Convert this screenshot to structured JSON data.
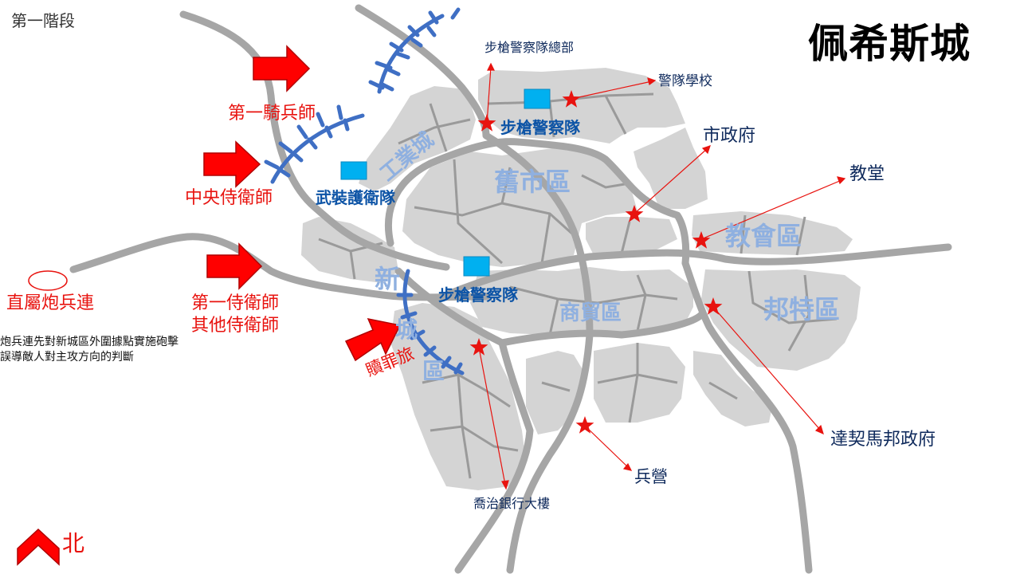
{
  "stage_label": "第一階段",
  "map_title": "佩希斯城",
  "north_label": "北",
  "attack_units": {
    "first_cavalry": "第一騎兵師",
    "central_guard": "中央侍衛師",
    "first_guard": "第一侍衛師",
    "other_guard": "其他侍衛師",
    "penal_brigade": "贖罪旅",
    "artillery": "直屬炮兵連"
  },
  "artillery_note": [
    "炮兵連先對新城區外圍據點實施砲擊",
    "誤導敵人對主攻方向的判斷"
  ],
  "districts": {
    "industrial": "工業城",
    "old_town": "舊市區",
    "church": "教會區",
    "commerce": "商貿區",
    "bangte": "邦特區",
    "new_town": [
      "新",
      "城",
      "區"
    ]
  },
  "defender_units": {
    "rifle_police_north": "步槍警察隊",
    "armed_guard": "武裝護衛隊",
    "rifle_police_center": "步槍警察隊"
  },
  "targets": {
    "rifle_police_hq": "步槍警察隊總部",
    "police_school": "警隊學校",
    "city_hall": "市政府",
    "church": "教堂",
    "dakema_govt": "達契馬邦政府",
    "barracks": "兵營",
    "bank": "喬治銀行大樓"
  },
  "colors": {
    "road": "#a6a6a6",
    "block": "#d4d4d4",
    "star": "#e8130f",
    "arrow": "#ff0000",
    "frontline": "#3f6fc4",
    "defender_box": "#00b0f0"
  }
}
